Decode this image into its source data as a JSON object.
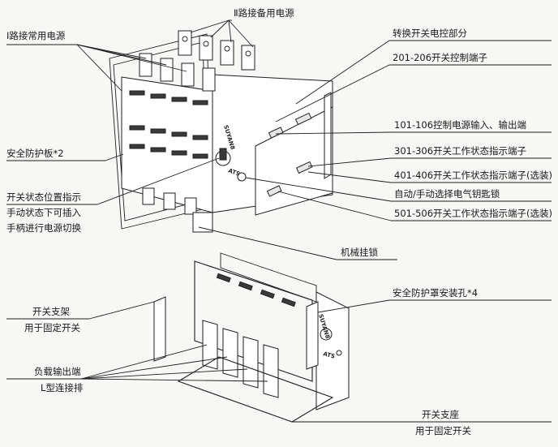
{
  "labels": {
    "source_2": "Ⅱ路接备用电源",
    "source_1": "Ⅰ路接常用电源",
    "electric_control": "转换开关电控部分",
    "control_terminals": "201-206开关控制端子",
    "power_io_terminals": "101-106控制电源输入、输出端",
    "status_terminals_301": "301-306开关工作状态指示端子",
    "status_terminals_401": "401-406开关工作状态指示端子(选装)",
    "key_lock": "自动/手动选择电气钥匙锁",
    "status_terminals_501": "501-506开关工作状态指示端子(选装)",
    "safety_plate": "安全防护板*2",
    "position_indicator": "开关状态位置指示",
    "manual_insert": "手动状态下可插入",
    "handle_switch": "手柄进行电源切换",
    "mechanical_lock": "机械挂锁",
    "cover_holes": "安全防护罩安装孔*4",
    "switch_bracket": "开关支架",
    "bracket_purpose": "用于固定开关",
    "load_output": "负载输出端",
    "l_busbar": "L型连接排",
    "switch_base": "开关支座",
    "base_purpose": "用于固定开关"
  },
  "embossed": {
    "brand": "SUYAN8",
    "model": "ATS"
  }
}
